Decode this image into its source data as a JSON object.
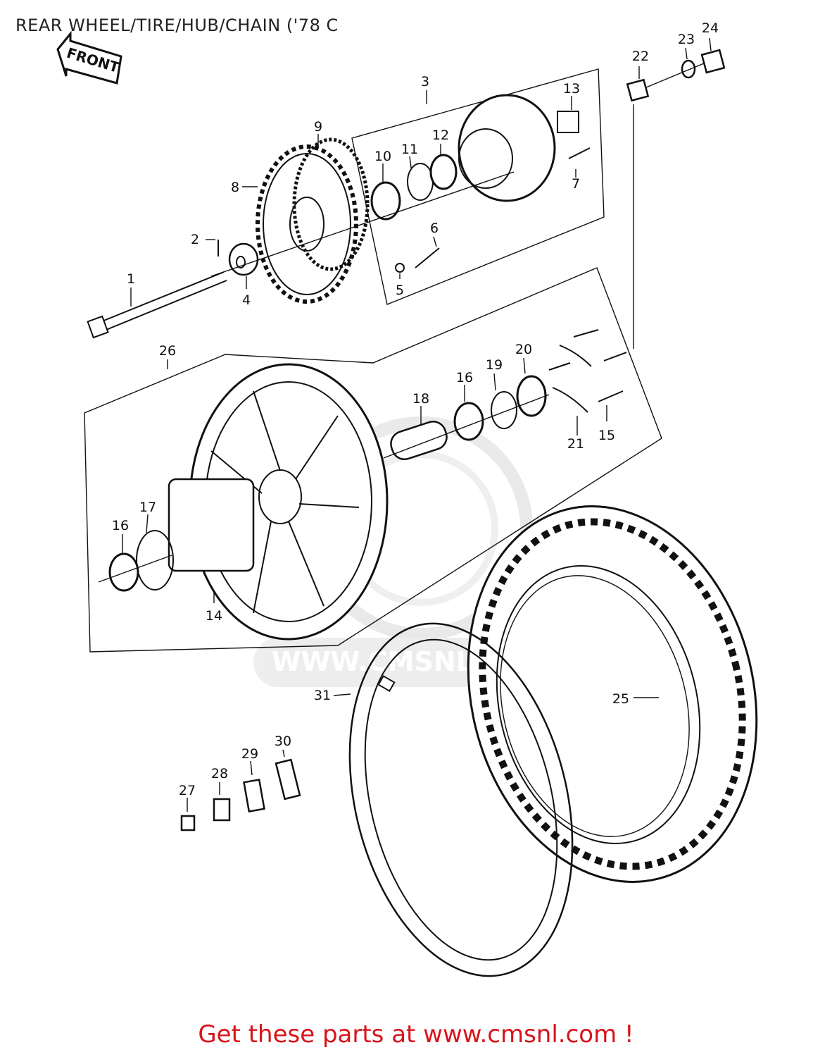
{
  "title": "REAR WHEEL/TIRE/HUB/CHAIN ('78 C",
  "front_arrow_label": "FRONT",
  "watermark_text": "WWW.CMSNL.COM",
  "footer_link": "Get these parts at www.cmsnl.com !",
  "colors": {
    "footer": "#d7141b",
    "line": "#111111",
    "watermark": "#d8d8d8"
  },
  "parts": [
    {
      "id": "1",
      "label": "1"
    },
    {
      "id": "2",
      "label": "2"
    },
    {
      "id": "3",
      "label": "3"
    },
    {
      "id": "4",
      "label": "4"
    },
    {
      "id": "5",
      "label": "5"
    },
    {
      "id": "6",
      "label": "6"
    },
    {
      "id": "7",
      "label": "7"
    },
    {
      "id": "8",
      "label": "8"
    },
    {
      "id": "9",
      "label": "9"
    },
    {
      "id": "10",
      "label": "10"
    },
    {
      "id": "11",
      "label": "11"
    },
    {
      "id": "12",
      "label": "12"
    },
    {
      "id": "13",
      "label": "13"
    },
    {
      "id": "14",
      "label": "14"
    },
    {
      "id": "15",
      "label": "15"
    },
    {
      "id": "16a",
      "label": "16"
    },
    {
      "id": "16b",
      "label": "16"
    },
    {
      "id": "17",
      "label": "17"
    },
    {
      "id": "18",
      "label": "18"
    },
    {
      "id": "19",
      "label": "19"
    },
    {
      "id": "20",
      "label": "20"
    },
    {
      "id": "21",
      "label": "21"
    },
    {
      "id": "22",
      "label": "22"
    },
    {
      "id": "23",
      "label": "23"
    },
    {
      "id": "24",
      "label": "24"
    },
    {
      "id": "25",
      "label": "25"
    },
    {
      "id": "26",
      "label": "26"
    },
    {
      "id": "27",
      "label": "27"
    },
    {
      "id": "28",
      "label": "28"
    },
    {
      "id": "29",
      "label": "29"
    },
    {
      "id": "30",
      "label": "30"
    },
    {
      "id": "31",
      "label": "31"
    }
  ]
}
